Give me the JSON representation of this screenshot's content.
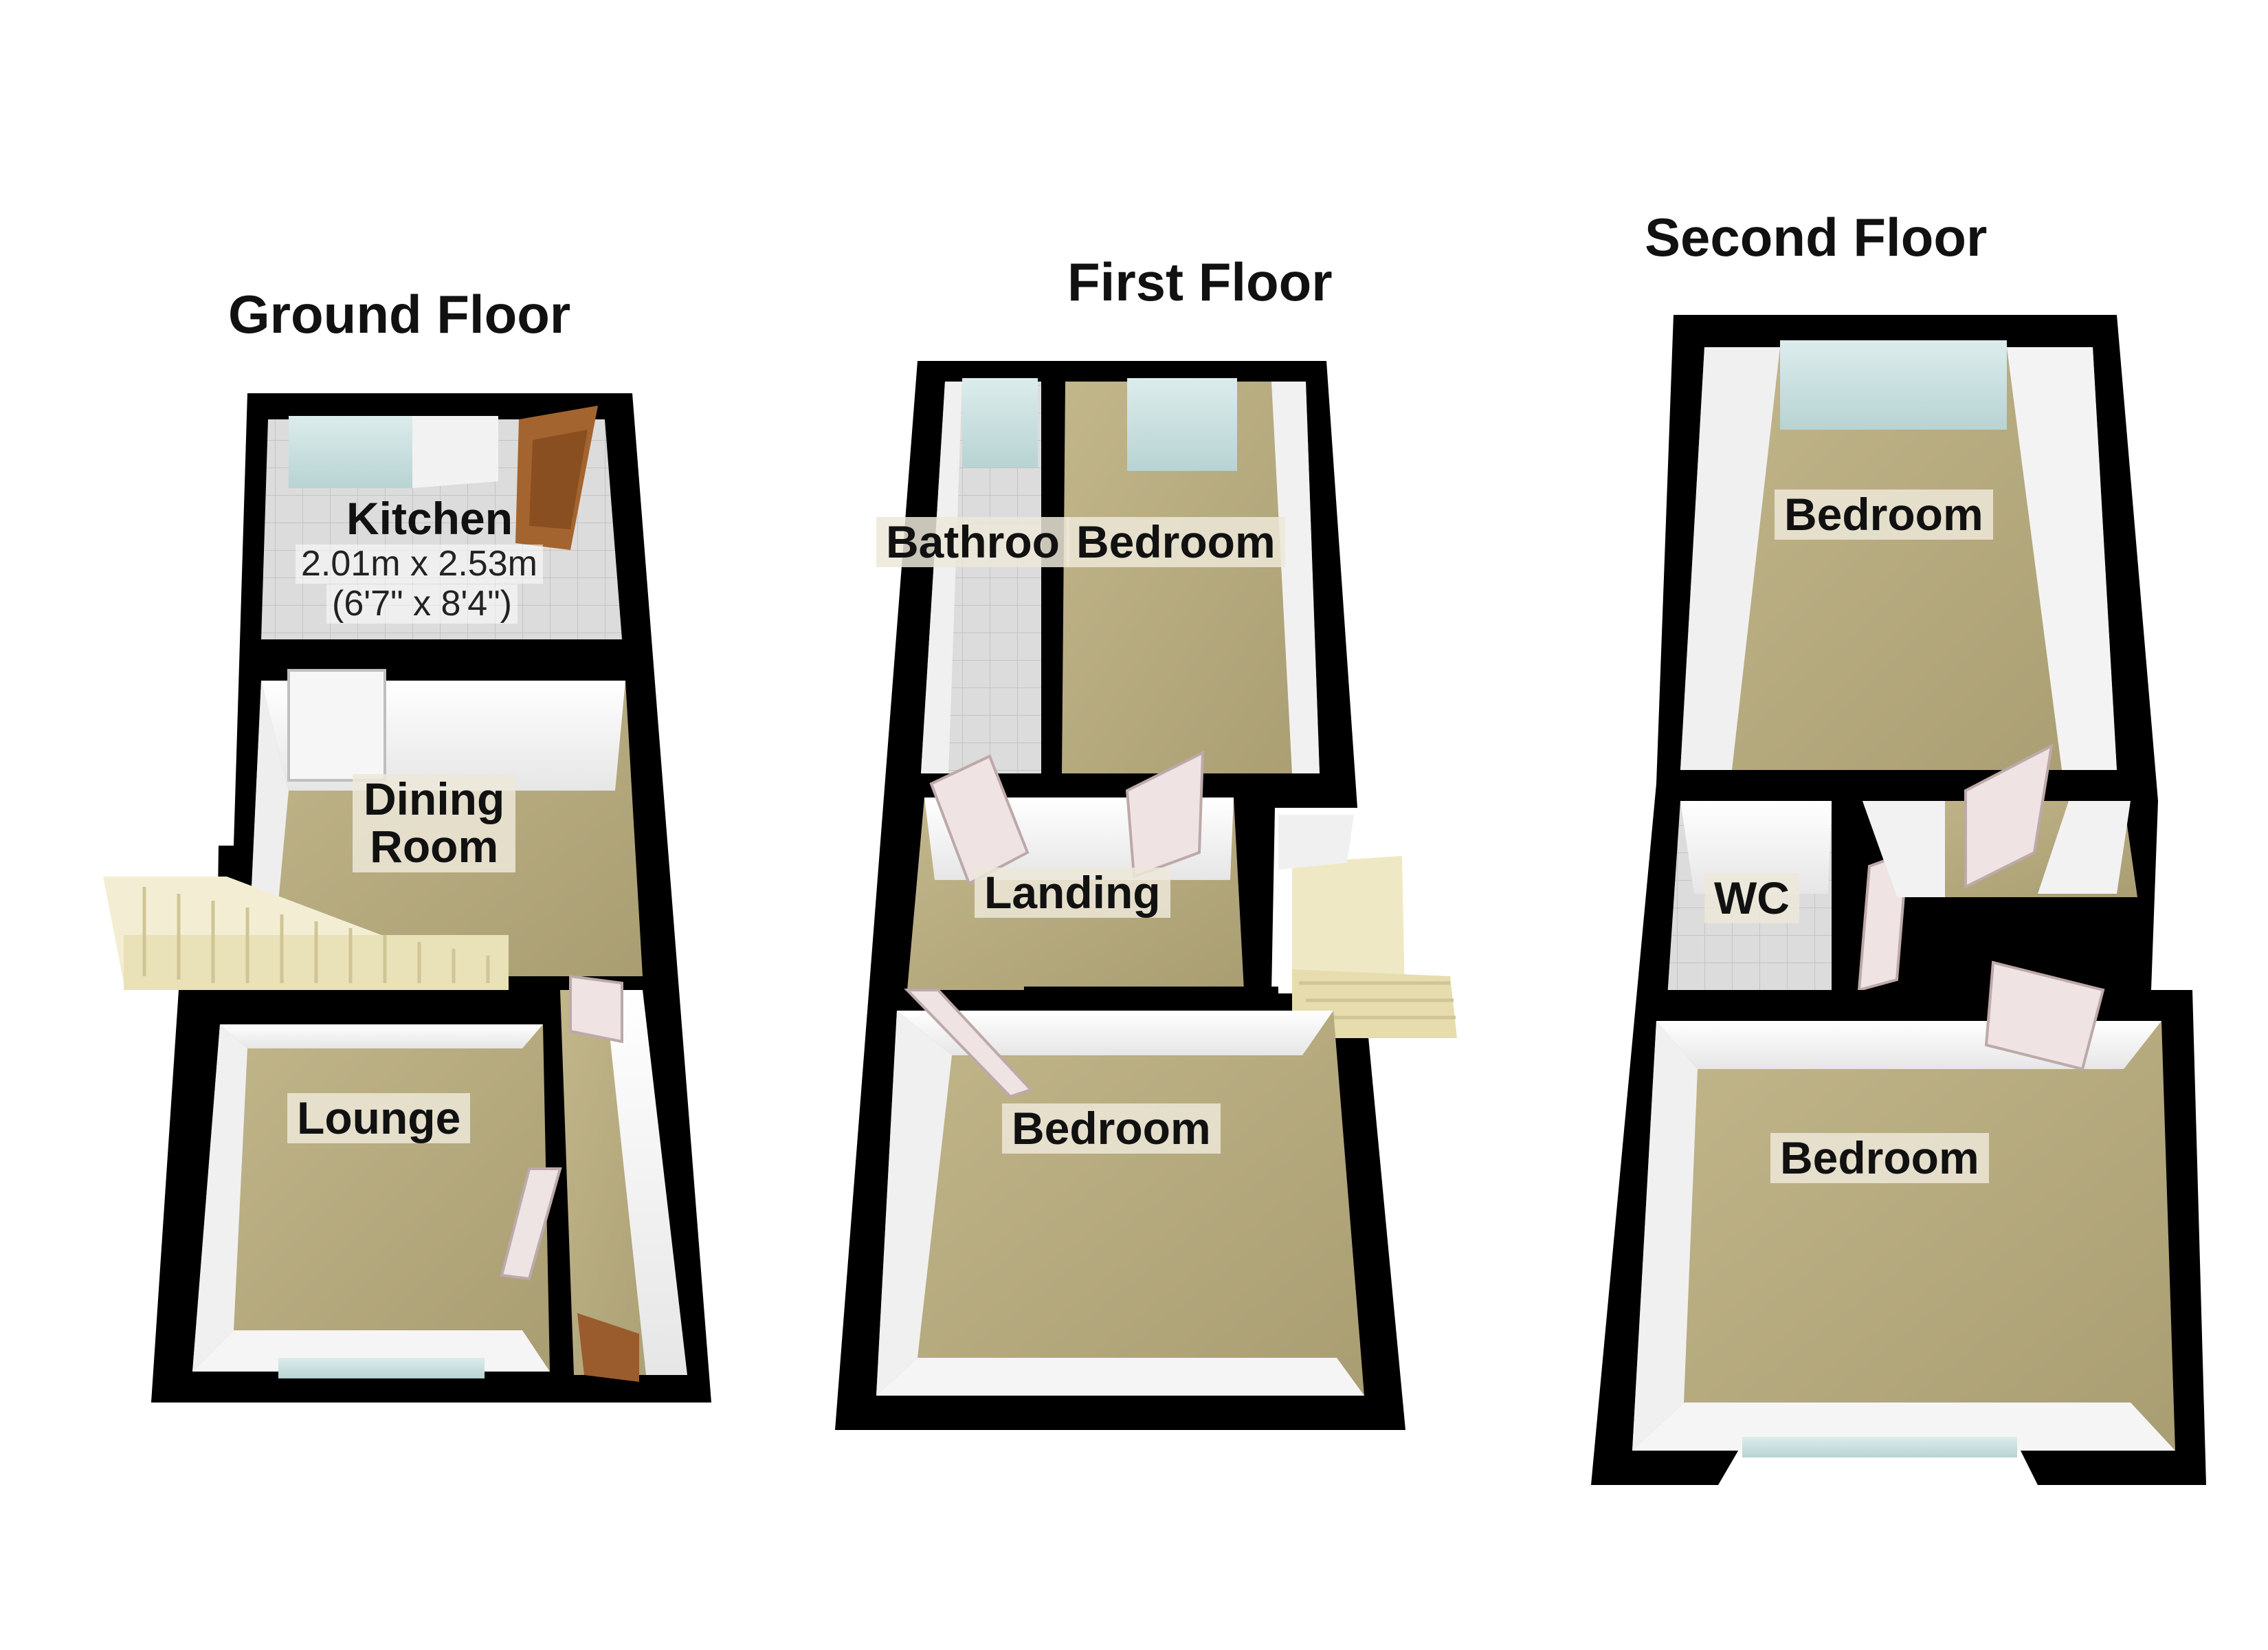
{
  "floors": {
    "ground": {
      "title": "Ground Floor",
      "kitchen": {
        "name": "Kitchen",
        "dims_metric": "2.01m x 2.53m",
        "dims_imperial": "(6'7\" x 8'4\")"
      },
      "dining": {
        "line1": "Dining",
        "line2": "Room"
      },
      "lounge": {
        "name": "Lounge"
      }
    },
    "first": {
      "title": "First Floor",
      "bathroom": {
        "name": "Bathroo"
      },
      "bedroom_rear": {
        "name": "Bedroom"
      },
      "landing": {
        "name": "Landing"
      },
      "bedroom_front": {
        "name": "Bedroom"
      }
    },
    "second": {
      "title": "Second Floor",
      "bedroom_rear": {
        "name": "Bedroom"
      },
      "wc": {
        "name": "WC"
      },
      "bedroom_front": {
        "name": "Bedroom"
      }
    }
  },
  "colors": {
    "wall": "#000000",
    "floor_carpet": "#b3a77c",
    "floor_tile": "#d9d9d9",
    "inner_wall": "#f3f3f3",
    "window": "#cfe4e4",
    "stairs": "#efe8c4",
    "door": "#9a5c2c"
  },
  "icons": [
    "door-icon",
    "staircase-icon",
    "window-icon"
  ]
}
